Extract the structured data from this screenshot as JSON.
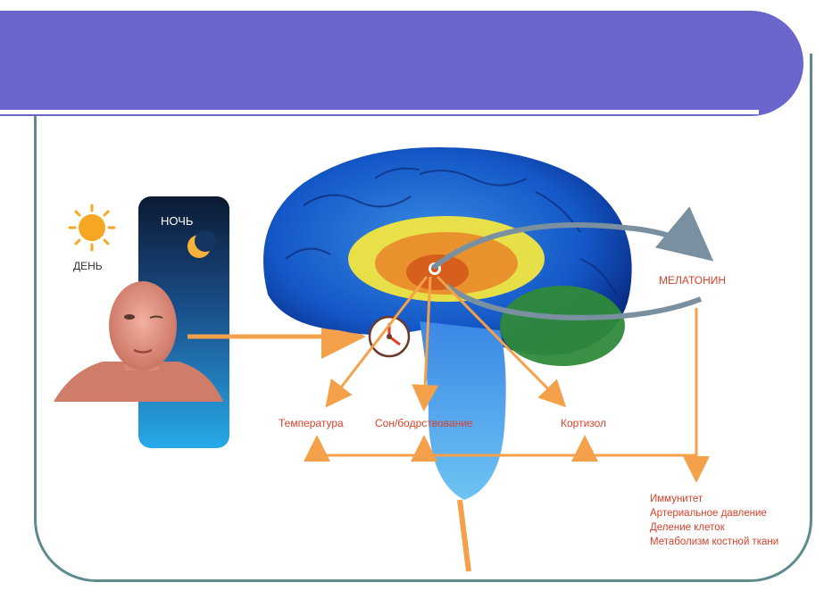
{
  "slide": {
    "title": "",
    "colors": {
      "title_bar": "#6a66cc",
      "frame": "#5e8a8c",
      "arrow": "#f5a04a",
      "label_red": "#d9412b",
      "melatonin_arrow": "#7a90a0"
    }
  },
  "day_night": {
    "day_label": "ДЕНЬ",
    "night_label": "НОЧЬ",
    "sun_icon": "sun-icon",
    "moon_icon": "crescent-moon-icon"
  },
  "labels": {
    "melatonin": "МЕЛАТОНИН",
    "temperature": "Температура",
    "sleep_wake": "Сон/бодрствование",
    "cortisol": "Кортизол",
    "effects": [
      "Иммунитет",
      "Артериальное давление",
      "Деление клеток",
      "Метаболизм костной ткани"
    ]
  }
}
